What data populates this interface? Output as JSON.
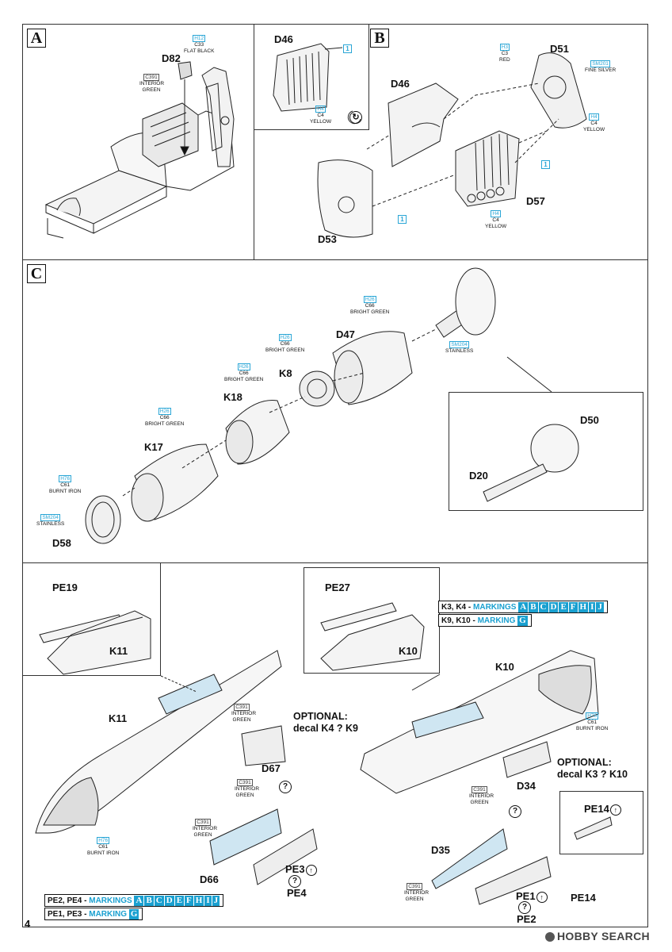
{
  "page_number": "4",
  "watermark": {
    "text": "HOBBY SEARCH",
    "logo": "hobby-search-logo"
  },
  "steps": {
    "A": {
      "label": "A",
      "parts": [
        "D82"
      ],
      "paints": [
        {
          "code": "H12",
          "mr": "C33",
          "name": "FLAT BLACK"
        },
        {
          "code": "C391",
          "name": "INTERIOR GREEN"
        }
      ]
    },
    "inset_ab": {
      "part": "D46",
      "callout": "1",
      "paint": {
        "code": "H4",
        "mr": "C4",
        "name": "YELLOW"
      },
      "icon": "rotate-icon"
    },
    "B": {
      "label": "B",
      "parts": [
        "D51",
        "D46",
        "D57",
        "D53"
      ],
      "paints": [
        {
          "code": "H3",
          "mr": "C3",
          "name": "RED"
        },
        {
          "code": "SM201",
          "name": "FINE SILVER"
        },
        {
          "code": "H4",
          "mr": "C4",
          "name": "YELLOW"
        },
        {
          "code": "H4",
          "mr": "C4",
          "name": "YELLOW"
        }
      ],
      "callouts": [
        "1",
        "1",
        "1"
      ]
    },
    "C": {
      "label": "C",
      "parts": [
        "D47",
        "K8",
        "K18",
        "K17",
        "D58",
        "D50",
        "D20"
      ],
      "paints": [
        {
          "code": "H26",
          "mr": "C66",
          "name": "BRIGHT GREEN"
        },
        {
          "code": "H26",
          "mr": "C66",
          "name": "BRIGHT GREEN"
        },
        {
          "code": "H26",
          "mr": "C66",
          "name": "BRIGHT GREEN"
        },
        {
          "code": "H26",
          "mr": "C66",
          "name": "BRIGHT GREEN"
        },
        {
          "code": "H76",
          "mr": "C61",
          "name": "BURNT IRON"
        },
        {
          "code": "SM204",
          "name": "STAINLESS"
        },
        {
          "code": "SM204",
          "name": "STAINLESS"
        }
      ]
    },
    "D": {
      "left": {
        "inset_parts": [
          "PE19",
          "K11"
        ],
        "parts": [
          "K11",
          "D67",
          "D66",
          "PE3",
          "PE4"
        ],
        "optional": "OPTIONAL:\ndecal K4 ? K9",
        "paints": [
          {
            "code": "C391",
            "name": "INTERIOR GREEN"
          },
          {
            "code": "C391",
            "name": "INTERIOR GREEN"
          },
          {
            "code": "H76",
            "mr": "C61",
            "name": "BURNT IRON"
          },
          {
            "code": "C391",
            "name": "INTERIOR GREEN"
          }
        ],
        "markings": [
          {
            "prefix": "PE2, PE4 - ",
            "label": "MARKINGS",
            "letters": [
              "A",
              "B",
              "C",
              "D",
              "E",
              "F",
              "H",
              "I",
              "J"
            ]
          },
          {
            "prefix": "PE1, PE3 - ",
            "label": "MARKING",
            "letters": [
              "G"
            ]
          }
        ]
      },
      "right": {
        "inset_parts": [
          "PE27",
          "K10"
        ],
        "parts": [
          "K10",
          "D34",
          "D35",
          "PE14",
          "PE14",
          "PE1",
          "PE2"
        ],
        "optional": "OPTIONAL:\ndecal K3 ? K10",
        "paints": [
          {
            "code": "H76",
            "mr": "C61",
            "name": "BURNT IRON"
          },
          {
            "code": "C391",
            "name": "INTERIOR GREEN"
          },
          {
            "code": "C391",
            "name": "INTERIOR GREEN"
          }
        ],
        "markings": [
          {
            "prefix": "K3, K4 - ",
            "label": "MARKINGS",
            "letters": [
              "A",
              "B",
              "C",
              "D",
              "E",
              "F",
              "H",
              "I",
              "J"
            ]
          },
          {
            "prefix": "K9, K10 - ",
            "label": "MARKING",
            "letters": [
              "G"
            ]
          }
        ]
      }
    }
  }
}
